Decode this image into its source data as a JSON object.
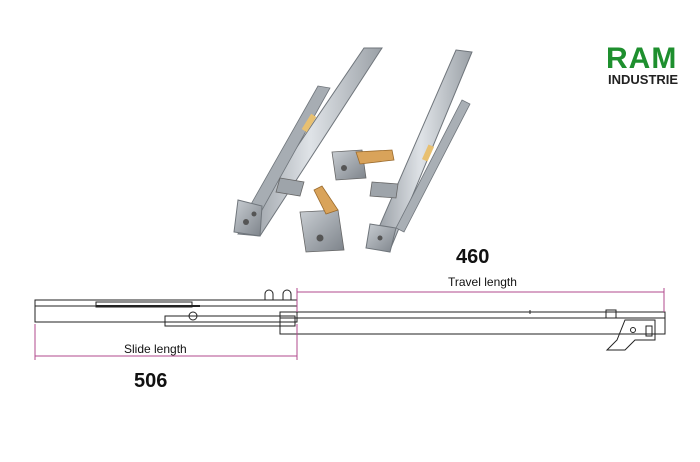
{
  "brand": {
    "name": "RAM",
    "subtitle": "INDUSTRIE",
    "color": "#1e8f2e"
  },
  "dimensions": {
    "travel": {
      "value": "460",
      "label": "Travel length",
      "line_color": "#b04a8c"
    },
    "slide": {
      "value": "506",
      "label": "Slide length",
      "line_color": "#b04a8c"
    }
  },
  "photo": {
    "subject": "pair of undermount drawer slide runners with locking clips",
    "metal_color": "#b9bec4",
    "clip_color": "#d9a35a"
  }
}
